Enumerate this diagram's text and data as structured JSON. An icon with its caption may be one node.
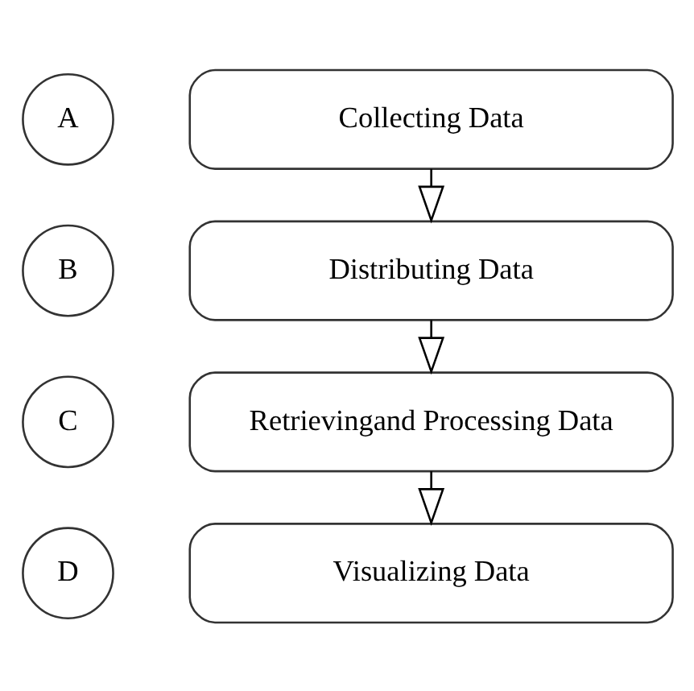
{
  "diagram": {
    "nodes": [
      {
        "text": [
          "A"
        ]
      },
      {
        "text": [
          "Collecting Data"
        ]
      },
      {
        "text": [
          "B"
        ]
      },
      {
        "text": [
          "Distributing Data"
        ]
      },
      {
        "text": [
          "C"
        ]
      },
      {
        "text": [
          "Retrievingand Processing Data"
        ]
      },
      {
        "text": [
          "D"
        ]
      },
      {
        "text": [
          "Visualizing Data"
        ]
      }
    ],
    "edges": [
      {
        "from": 1,
        "to": 3,
        "arrow": "to"
      },
      {
        "from": 3,
        "to": 5,
        "arrow": "to"
      },
      {
        "from": 5,
        "to": 7,
        "arrow": "to"
      }
    ]
  }
}
